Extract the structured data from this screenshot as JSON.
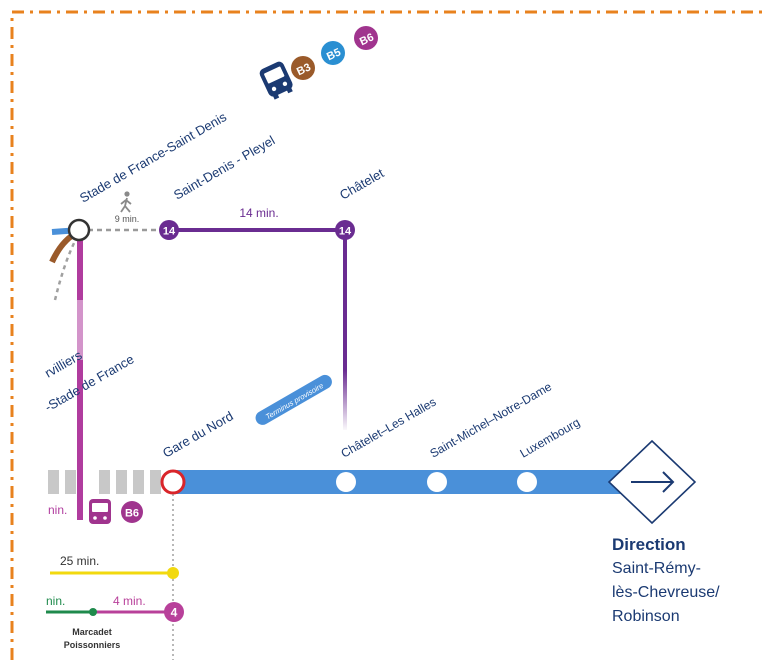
{
  "stations": {
    "stade_de_france": "Stade de France-Saint Denis",
    "saint_denis_pleyel": "Saint-Denis - Pleyel",
    "chatelet": "Châtelet",
    "aubervilliers_partial": "rvilliers",
    "stade_de_france_partial": "-Stade de France",
    "gare_du_nord": "Gare du Nord",
    "terminus_badge": "Terminus provisoire",
    "chatelet_les_halles": "Châtelet–Les Halles",
    "saint_michel": "Saint-Michel–Notre-Dame",
    "luxembourg": "Luxembourg",
    "marcadet_line1": "Marcadet",
    "marcadet_line2": "Poissonniers"
  },
  "bus_badges": {
    "b3": "B3",
    "b5": "B5",
    "b6_top": "B6",
    "b6_bottom": "B6"
  },
  "line_badges": {
    "m14_pleyel": "14",
    "m14_chatelet": "14",
    "m4": "4"
  },
  "times": {
    "walk": "9 min.",
    "m14": "14 min.",
    "yellow": "25 min.",
    "green_partial": "nin.",
    "m4": "4 min.",
    "purple_partial": "nin."
  },
  "direction": {
    "heading": "Direction",
    "line1": "Saint-Rémy-",
    "line2": "lès-Chevreuse/",
    "line3": "Robinson"
  },
  "colors": {
    "rer_b": "#4a90d9",
    "metro_14": "#6a2c91",
    "metro_4": "#b8409a",
    "metro_12": "#1f8a4c",
    "rer_d_magenta": "#b03c9e",
    "yellow_line": "#f2d90f",
    "border_orange": "#e8821e",
    "bus_b3": "#9a5a2a",
    "bus_b5": "#2a8fd2",
    "bus_b6": "#a0348e",
    "navy": "#1b3a72"
  }
}
